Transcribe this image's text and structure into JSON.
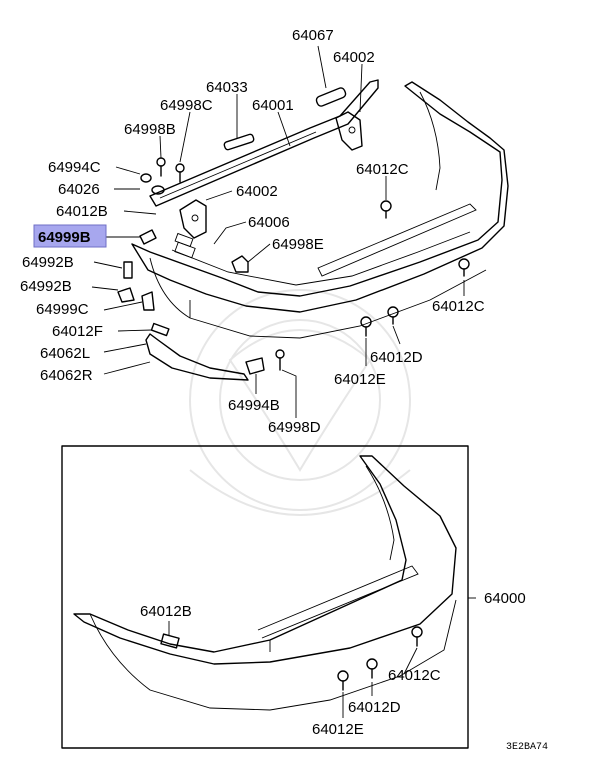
{
  "labels": {
    "p64067": "64067",
    "p64002_top": "64002",
    "p64033": "64033",
    "p64998C": "64998C",
    "p64001": "64001",
    "p64998B": "64998B",
    "p64994C": "64994C",
    "p64012C_top": "64012C",
    "p64026": "64026",
    "p64002_mid": "64002",
    "p64012B_top": "64012B",
    "p64006": "64006",
    "p64999B": "64999B",
    "p64998E": "64998E",
    "p64992B_1": "64992B",
    "p64012C_right": "64012C",
    "p64992B_2": "64992B",
    "p64999C": "64999C",
    "p64012F": "64012F",
    "p64012D_top": "64012D",
    "p64062L": "64062L",
    "p64062R": "64062R",
    "p64012E_top": "64012E",
    "p64994B": "64994B",
    "p64998D": "64998D",
    "p64012B_box": "64012B",
    "p64000": "64000",
    "p64012C_box": "64012C",
    "p64012D_box": "64012D",
    "p64012E_box": "64012E"
  },
  "selected_part": "64999B",
  "highlight_color": "#a7a7ee",
  "diagram_code": "3E2BA74"
}
